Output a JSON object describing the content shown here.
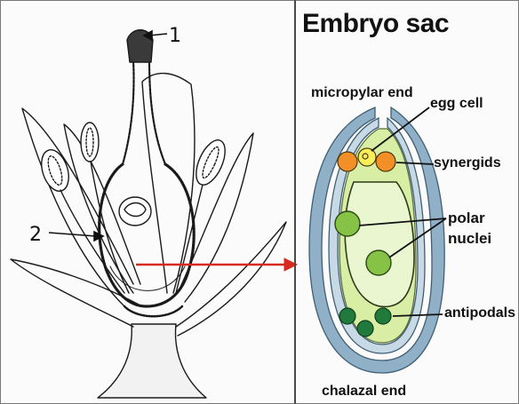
{
  "panel_right": {
    "title": "Embryo sac",
    "labels": {
      "micropylar_end": "micropylar end",
      "egg_cell": "egg cell",
      "synergids": "synergids",
      "polar_line1": "polar",
      "polar_line2": "nuclei",
      "antipodals": "antipodals",
      "chalazal_end": "chalazal end"
    }
  },
  "panel_left": {
    "markers": {
      "m1": "1",
      "m2": "2"
    }
  },
  "colors": {
    "integument": "#8fb0c7",
    "sac_fill": "#d9eea5",
    "inner_fill": "#eaf6cf",
    "egg_cell": "#f7ee59",
    "synergid": "#f28f26",
    "polar_nucleus": "#86c246",
    "antipodal": "#1f7a3c",
    "arrow": "#d62b1e"
  }
}
